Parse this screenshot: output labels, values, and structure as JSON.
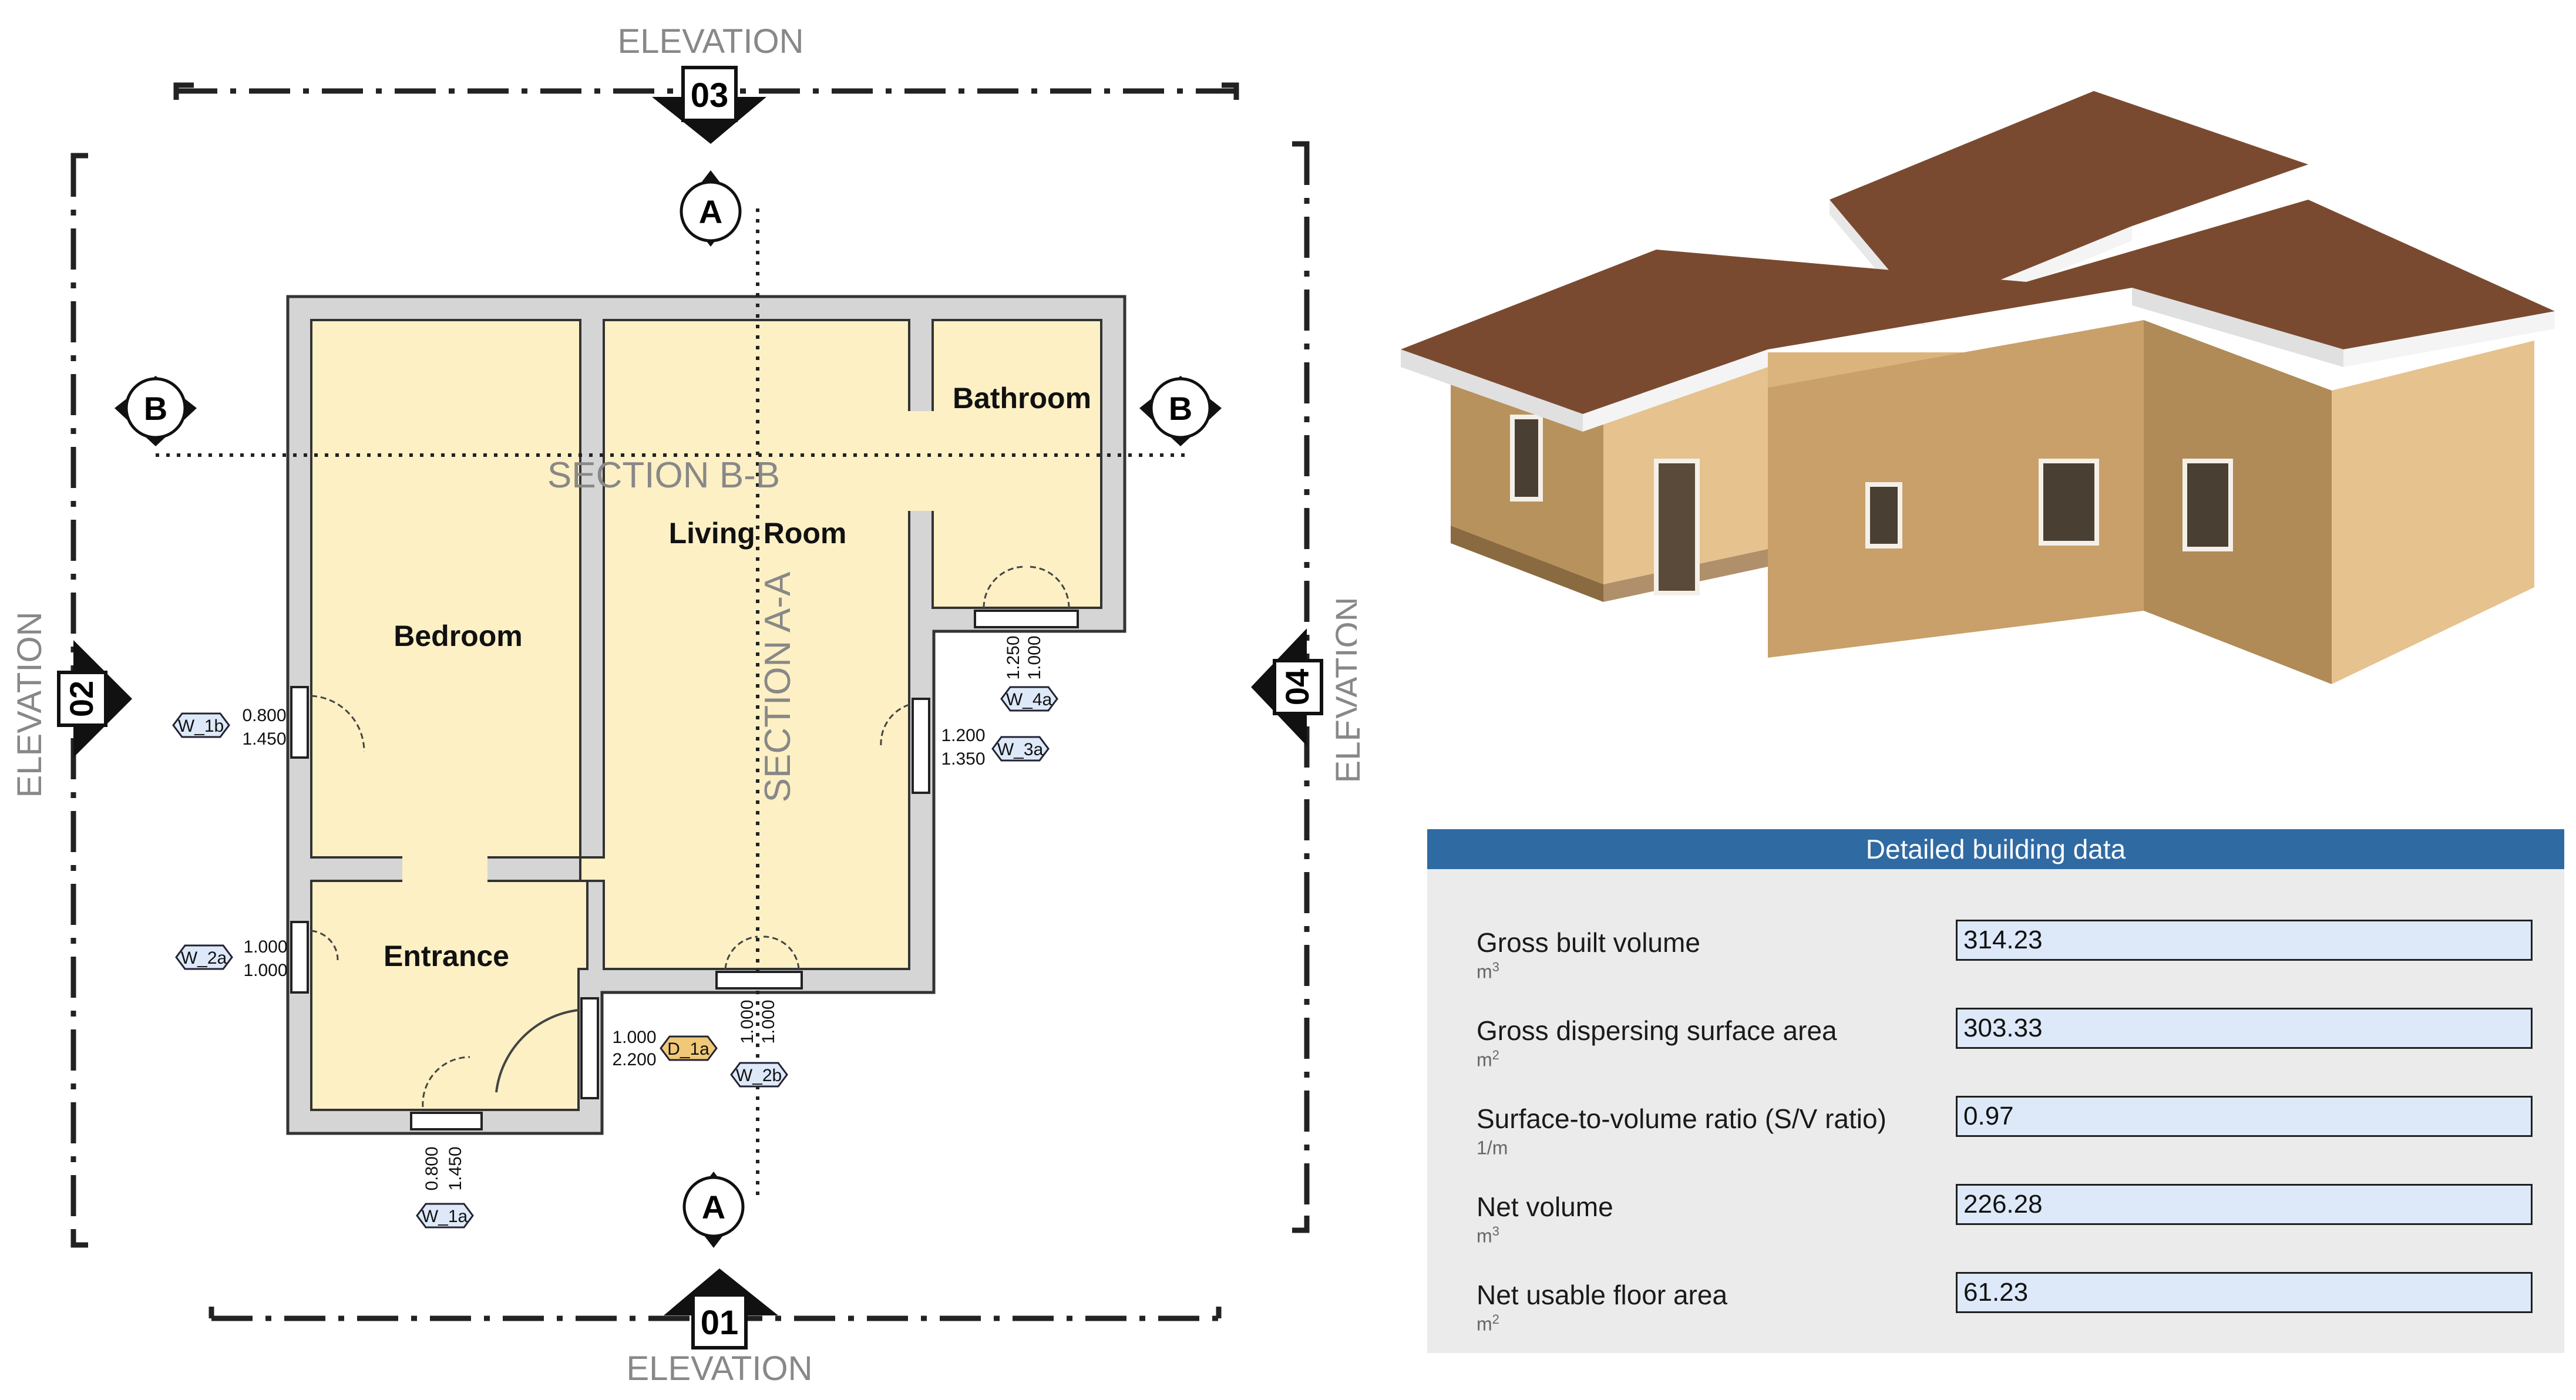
{
  "plan": {
    "elevation_label": "ELEVATION",
    "elevation_top": "03",
    "elevation_left": "02",
    "elevation_right": "04",
    "elevation_bottom": "01",
    "section_a_marker": "A",
    "section_b_marker": "B",
    "section_a_label": "SECTION A-A",
    "section_b_label": "SECTION B-B",
    "rooms": [
      "Bedroom",
      "Living Room",
      "Bathroom",
      "Entrance"
    ],
    "openings": {
      "w1b": {
        "tag": "W_1b",
        "width": "0.800",
        "height": "1.450"
      },
      "w2a": {
        "tag": "W_2a",
        "width": "1.000",
        "height": "1.000"
      },
      "w1a": {
        "tag": "W_1a",
        "width": "0.800",
        "height": "1.450"
      },
      "d1a": {
        "tag": "D_1a",
        "width": "1.000",
        "height": "2.200"
      },
      "w2b": {
        "tag": "W_2b",
        "width": "1.000",
        "height": "1.000"
      },
      "w3a": {
        "tag": "W_3a",
        "width": "1.200",
        "height": "1.350"
      },
      "w4a": {
        "tag": "W_4a",
        "width": "1.250",
        "height": "1.000"
      }
    }
  },
  "panel": {
    "title": "Detailed building data",
    "rows": [
      {
        "label": "Gross built volume",
        "unit": "m",
        "sup": "3",
        "value": "314.23"
      },
      {
        "label": "Gross dispersing surface area",
        "unit": "m",
        "sup": "2",
        "value": "303.33"
      },
      {
        "label": "Surface-to-volume ratio (S/V ratio)",
        "unit": "1/m",
        "sup": "",
        "value": "0.97"
      },
      {
        "label": "Net volume",
        "unit": "m",
        "sup": "3",
        "value": "226.28"
      },
      {
        "label": "Net usable floor area",
        "unit": "m",
        "sup": "2",
        "value": "61.23"
      }
    ]
  },
  "colors": {
    "floor": "#fdf0c4",
    "wall": "#d5d5d5",
    "roof": "#7a4a30",
    "facade": "#e9c48e",
    "header": "#2f6aa3",
    "field": "#dde9f8",
    "door_tag": "#f0c878",
    "window_tag": "#dde9f8"
  }
}
